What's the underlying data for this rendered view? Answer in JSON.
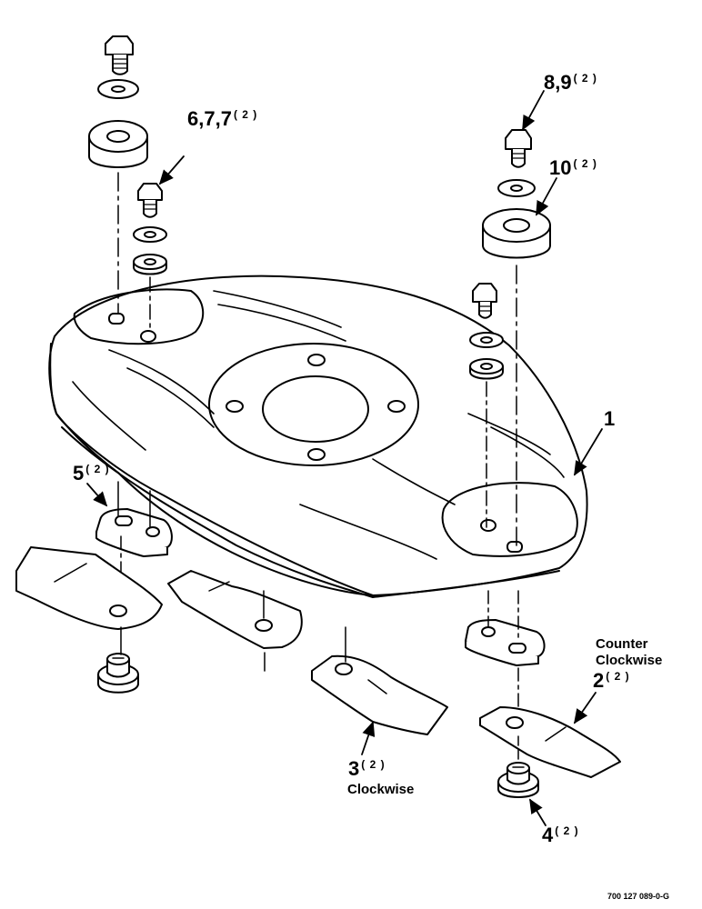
{
  "callouts": [
    {
      "id": "c1",
      "num": "1",
      "qty": ""
    },
    {
      "id": "c2",
      "num": "2",
      "qty": "( 2 )"
    },
    {
      "id": "c3",
      "num": "3",
      "qty": "( 2 )"
    },
    {
      "id": "c4",
      "num": "4",
      "qty": "( 2 )"
    },
    {
      "id": "c5",
      "num": "5",
      "qty": "( 2 )"
    },
    {
      "id": "c6",
      "num": "6,7,7",
      "qty": "( 2 )"
    },
    {
      "id": "c8",
      "num": "8,9",
      "qty": "( 2 )"
    },
    {
      "id": "c10",
      "num": "10",
      "qty": "( 2 )"
    }
  ],
  "notes": {
    "counter_clockwise_line1": "Counter",
    "counter_clockwise_line2": "Clockwise",
    "clockwise": "Clockwise"
  },
  "figure_ref": "700 127 089-0-G"
}
